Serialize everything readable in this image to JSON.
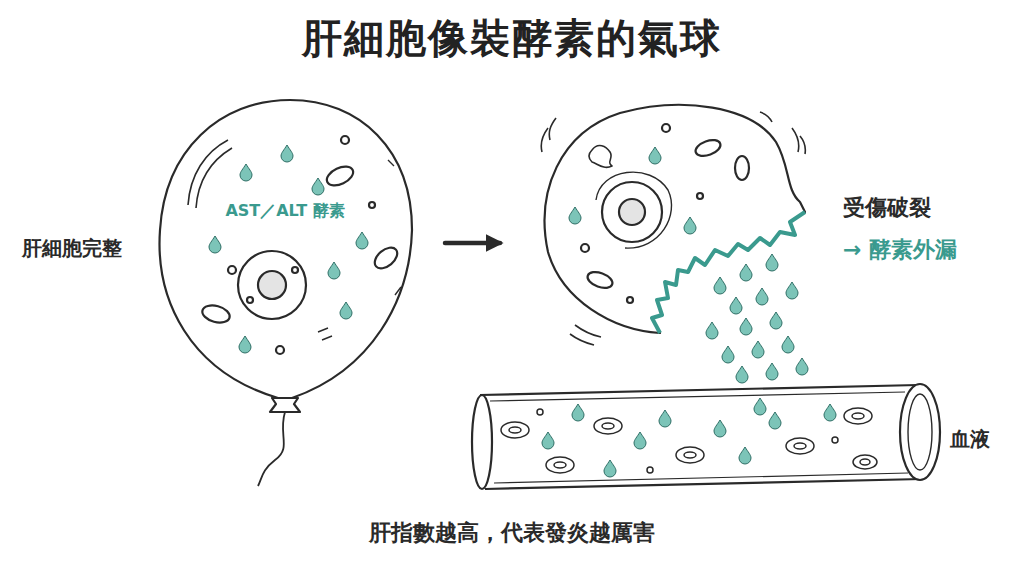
{
  "diagram": {
    "title": "肝細胞像裝酵素的氣球",
    "caption": "肝指數越高，代表發炎越厲害",
    "nodes": [
      {
        "text": [
          "肝細胞完整",
          "AST／ALT 酵素"
        ]
      },
      {
        "text": [
          "受傷破裂",
          "→ 酵素外漏"
        ]
      },
      {
        "text": [
          "血液"
        ]
      }
    ],
    "edges": [
      {
        "from": 0,
        "to": 1,
        "arrow": "to"
      }
    ]
  }
}
